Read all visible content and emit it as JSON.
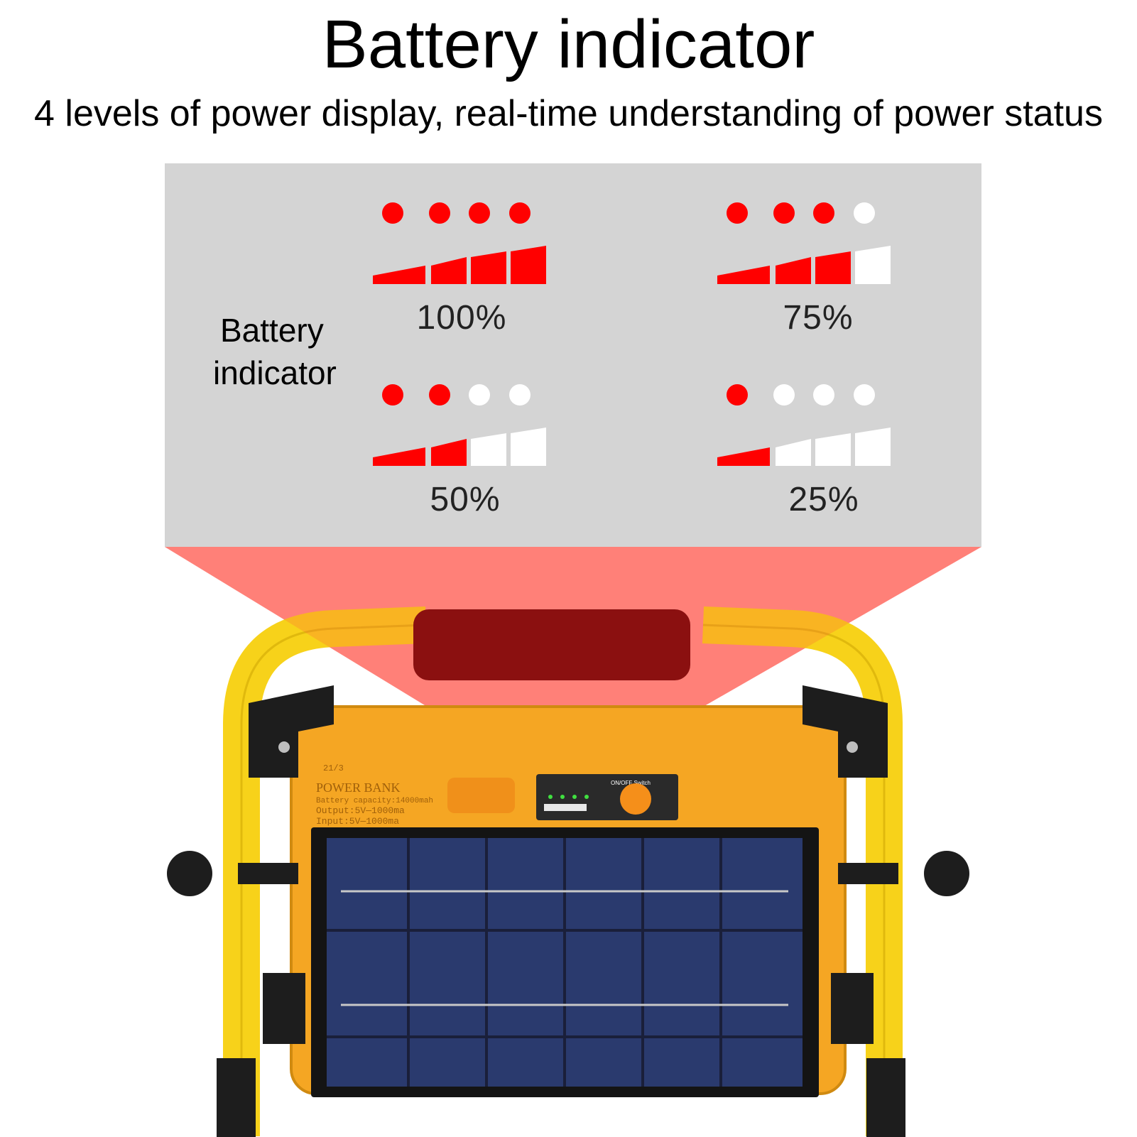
{
  "headline": "Battery indicator",
  "subline": "4 levels of power display, real-time understanding of power status",
  "panel": {
    "label_line1": "Battery",
    "label_line2": "indicator",
    "levels": [
      {
        "percent_label": "100%",
        "filled": 4,
        "total": 4
      },
      {
        "percent_label": "75%",
        "filled": 3,
        "total": 4
      },
      {
        "percent_label": "50%",
        "filled": 2,
        "total": 4
      },
      {
        "percent_label": "25%",
        "filled": 1,
        "total": 4
      }
    ]
  },
  "device": {
    "print_code": "21/3",
    "brand_text": "POWER BANK",
    "capacity_text": "Battery capacity:14000mah",
    "output_text": "Output:5V—1000ma",
    "input_text": "Input:5V—1000ma",
    "switch_label": "ON/OFF Switch"
  },
  "colors": {
    "active_red": "#ff0000",
    "inactive_white": "#ffffff",
    "panel_gray": "#d4d4d4",
    "beam": "#ff8080",
    "frame_yellow": "#f7d21a",
    "case_orange": "#f5a623"
  }
}
